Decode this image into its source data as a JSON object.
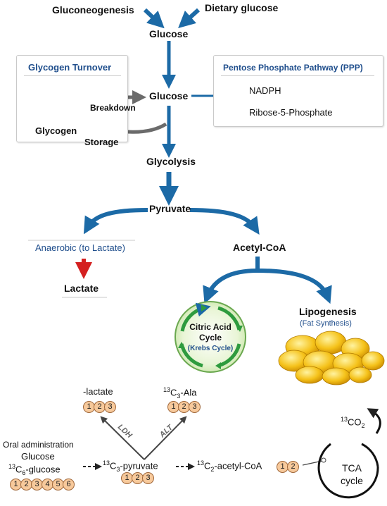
{
  "top": {
    "gluconeogenesis": "Gluconeogenesis",
    "dietary_glucose": "Dietary glucose",
    "glucose_top": "Glucose",
    "glucose_mid": "Glucose",
    "glycolysis": "Glycolysis",
    "pyruvate": "Pyruvate",
    "acetyl_coa": "Acetyl-CoA",
    "anaerobic": "Anaerobic (to Lactate)",
    "lactate": "Lactate",
    "lipogenesis": "Lipogenesis",
    "fat_synthesis": "(Fat Synthesis)",
    "citric_line1": "Citric Acid",
    "citric_line2": "Cycle",
    "krebs": "(Krebs Cycle)"
  },
  "glycogen_box": {
    "title": "Glycogen Turnover",
    "glycogen": "Glycogen",
    "breakdown": "Breakdown",
    "storage": "Storage"
  },
  "ppp_box": {
    "title": "Pentose Phosphate Pathway (PPP)",
    "nadph": "NADPH",
    "ribose": "Ribose-5-Phosphate"
  },
  "bottom": {
    "lactate_label": "-lactate",
    "ala_sup": "13",
    "ala_c": "C",
    "ala_sub": "3",
    "ala_rest": "-Ala",
    "ldh": "LDH",
    "alt": "ALT",
    "oral_admin": "Oral administration",
    "glucose": "Glucose",
    "glc_sup": "13",
    "glc_c": "C",
    "glc_sub": "6",
    "glc_rest": "-glucose",
    "pyr_sup": "13",
    "pyr_c": "C",
    "pyr_sub": "3",
    "pyr_rest": "-pyruvate",
    "acoa_sup": "13",
    "acoa_c": "C",
    "acoa_sub": "2",
    "acoa_rest": "-acetyl-CoA",
    "co2_sup": "13",
    "co2_c": "CO",
    "co2_sub": "2",
    "tca_line1": "TCA",
    "tca_line2": "cycle",
    "carbons_lactate": [
      "1",
      "2",
      "3"
    ],
    "carbons_ala": [
      "1",
      "2",
      "3"
    ],
    "carbons_pyruvate": [
      "1",
      "2",
      "3"
    ],
    "carbons_acetyl": [
      "1",
      "2"
    ],
    "carbons_glucose": [
      "1",
      "2",
      "3",
      "4",
      "5",
      "6"
    ]
  },
  "colors": {
    "arrow_blue": "#1c6aa6",
    "arrow_red": "#d42020",
    "arrow_gray": "#6b6b6b",
    "title_blue": "#1f4e8c",
    "carbon_fill": "#f7c99b"
  }
}
